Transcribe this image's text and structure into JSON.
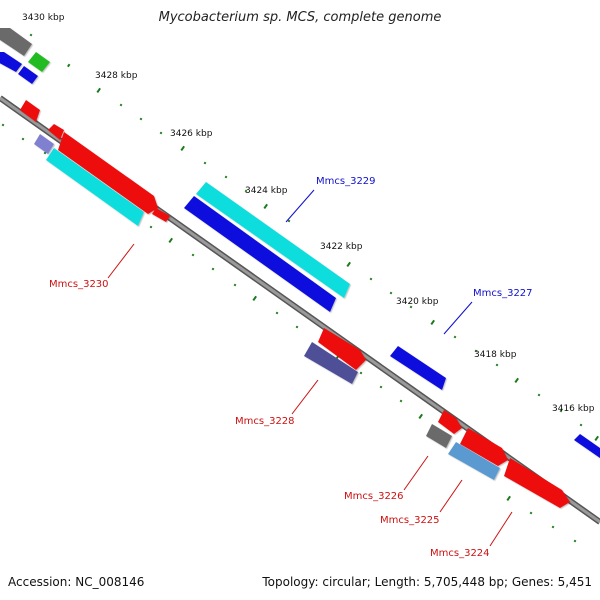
{
  "title": "Mycobacterium sp. MCS, complete genome",
  "accession": "Accession: NC_008146",
  "summary": "Topology: circular; Length: 5,705,448 bp; Genes: 5,451",
  "colors": {
    "tick": "#1a7a1a",
    "backbone": "#7a7a7a",
    "forward_label": "#1111cc",
    "reverse_label": "#cc1111"
  },
  "tick_labels": [
    "3430 kbp",
    "3428 kbp",
    "3426 kbp",
    "3424 kbp",
    "3422 kbp",
    "3420 kbp",
    "3418 kbp",
    "3416 kbp"
  ],
  "gene_labels": [
    "Mmcs_3229",
    "Mmcs_3227",
    "Mmcs_3230",
    "Mmcs_3228",
    "Mmcs_3226",
    "Mmcs_3225",
    "Mmcs_3224"
  ]
}
